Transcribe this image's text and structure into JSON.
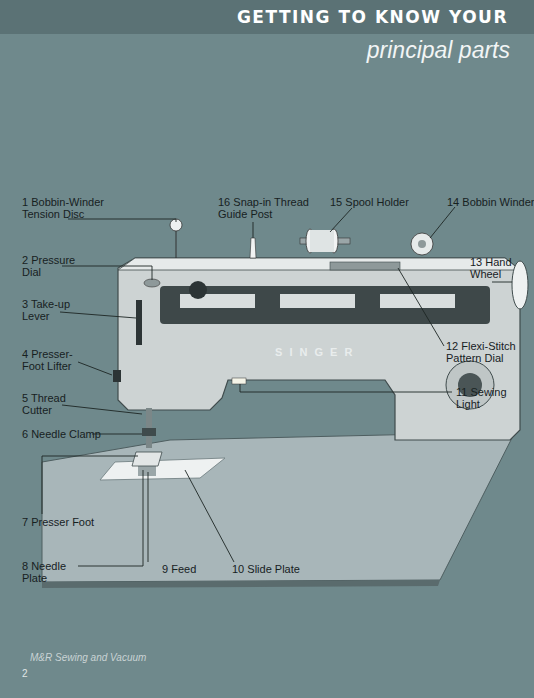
{
  "diagram": {
    "title": "GETTING TO KNOW YOUR",
    "labels": [
      "principal parts",
      "1 Bobbin-Winder Tension Disc",
      "2 Pressure Dial",
      "3 Take-up Lever",
      "4 Presser-Foot Lifter",
      "5 Thread Cutter",
      "6 Needle Clamp",
      "7 Presser Foot",
      "8 Needle Plate",
      "9 Feed",
      "10 Slide Plate",
      "11 Sewing Light",
      "12 Flexi-Stitch Pattern Dial",
      "13 Hand Wheel",
      "14 Bobbin Winder",
      "15 Spool Holder",
      "16 Snap-in Thread Guide Post",
      "S I N G E R",
      "2",
      "M&R Sewing and Vacuum"
    ]
  }
}
